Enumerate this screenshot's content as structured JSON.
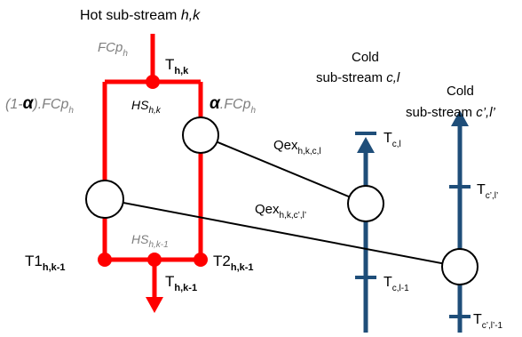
{
  "labels": {
    "hot_title_prefix": "Hot sub-stream ",
    "hot_title_hk": "h,k",
    "fcp_top_base": "FCp",
    "fcp_top_sub": "h",
    "T_hk_base": "T",
    "T_hk_sub": "h,k",
    "one_minus_alpha": "(1-",
    "alpha_glyph": "α",
    "one_minus_alpha_tail": ").FCp",
    "one_minus_alpha_sub": "h",
    "HS_hk_base": "HS",
    "HS_hk_sub": "h,k",
    "alpha_fcp_alpha": "α",
    "alpha_fcp_tail": ".FCp",
    "alpha_fcp_sub": "h",
    "cold1_title_line1": "Cold",
    "cold1_title_line2_prefix": "sub-stream ",
    "cold1_title_line2_ital": "c,l",
    "cold2_title_line1": "Cold",
    "cold2_title_line2_prefix": "sub-stream ",
    "cold2_title_line2_ital": "c’,l’",
    "Qex1_base": "Qex",
    "Qex1_sub": "h,k,c,l",
    "Qex2_base": "Qex",
    "Qex2_sub": "h,k,c’,l’",
    "Tcl_base": "T",
    "Tcl_sub": "c,l",
    "Tcpl_base": "T",
    "Tcpl_sub": "c’,l’",
    "HS_hk1_base": "HS",
    "HS_hk1_sub": "h,k-1",
    "T1_base": "T1",
    "T1_sub": "h,k-1",
    "T2_base": "T2",
    "T2_sub": "h,k-1",
    "Thk1_base": "T",
    "Thk1_sub": "h,k-1",
    "Tcl1_base": "T",
    "Tcl1_sub": "c,l-1",
    "Tcpl1_base": "T",
    "Tcpl1_sub": "c’,l’-1"
  },
  "colors": {
    "hot": "#ff0000",
    "cold": "#1f4e79",
    "line": "#000000",
    "muted": "#7f7f7f"
  }
}
